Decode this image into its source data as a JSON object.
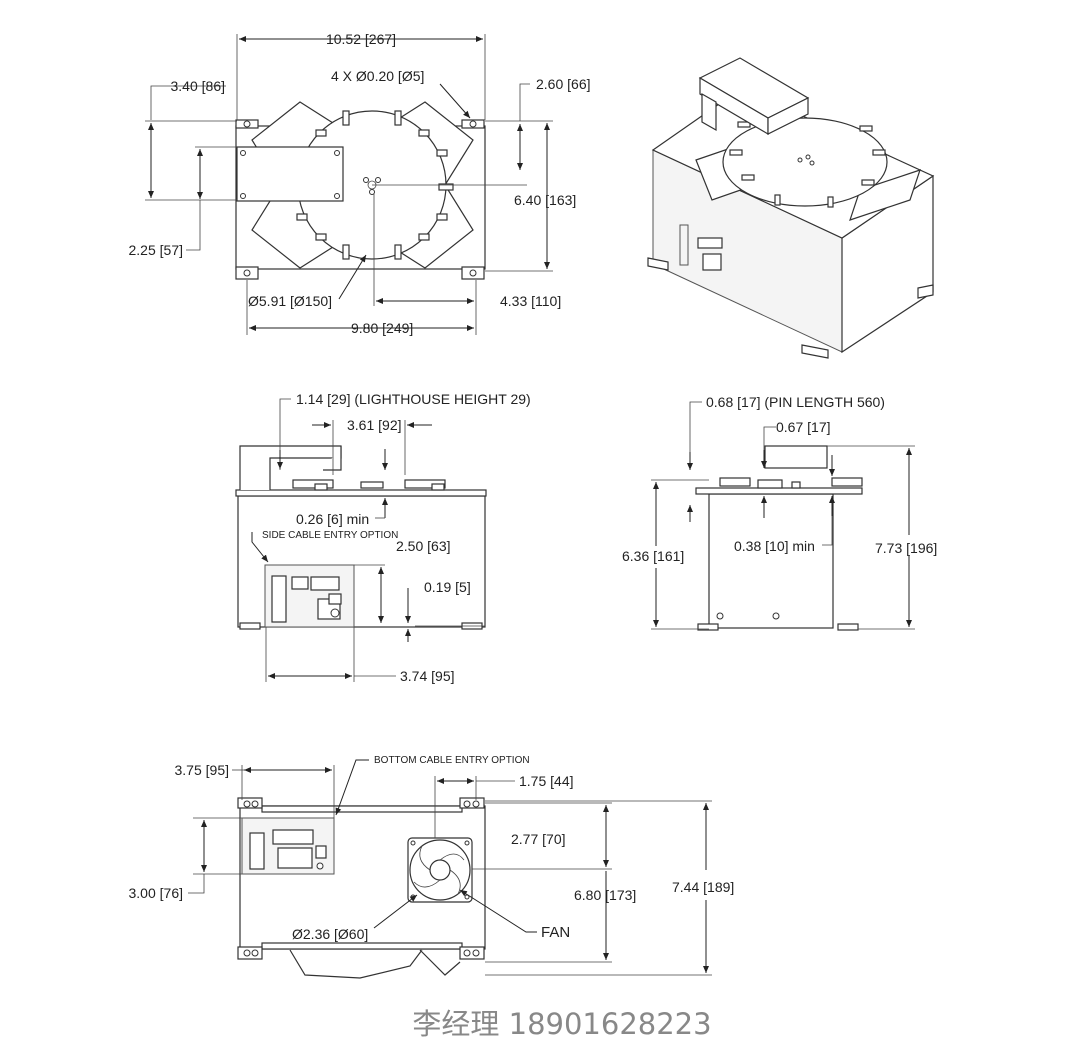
{
  "top_view": {
    "overall_width": "10.52 [267]",
    "holes": "4 X Ø0.20 [Ø5]",
    "left_offset": "3.40 [86]",
    "right_offset": "2.60 [66]",
    "depth": "6.40 [163]",
    "plate_height": "2.25 [57]",
    "disc_diameter": "Ø5.91 [Ø150]",
    "center_to_edge": "4.33 [110]",
    "base_width": "9.80 [249]"
  },
  "front_view": {
    "lighthouse_height": "1.14 [29] (LIGHTHOUSE HEIGHT 29)",
    "pin_spacing": "3.61 [92]",
    "clearance": "0.26 [6] min",
    "side_cable_note": "SIDE CABLE ENTRY OPTION",
    "connector_height": "2.50 [63]",
    "connector_bottom": "0.19 [5]",
    "connector_width": "3.74 [95]"
  },
  "side_view": {
    "pin_length": "0.68 [17] (PIN LENGTH 560)",
    "pin_top": "0.67 [17]",
    "pin_min": "0.38 [10] min",
    "body_height": "6.36 [161]",
    "total_height": "7.73 [196]"
  },
  "bottom_view": {
    "cable_note": "BOTTOM CABLE ENTRY OPTION",
    "cutout_width": "3.75 [95]",
    "fan_offset_x": "1.75 [44]",
    "fan_offset_y": "2.77 [70]",
    "cutout_height": "3.00 [76]",
    "inner_height": "6.80 [173]",
    "total_height": "7.44 [189]",
    "fan_diameter": "Ø2.36 [Ø60]",
    "fan_label": "FAN"
  },
  "contact": "李经理 18901628223"
}
